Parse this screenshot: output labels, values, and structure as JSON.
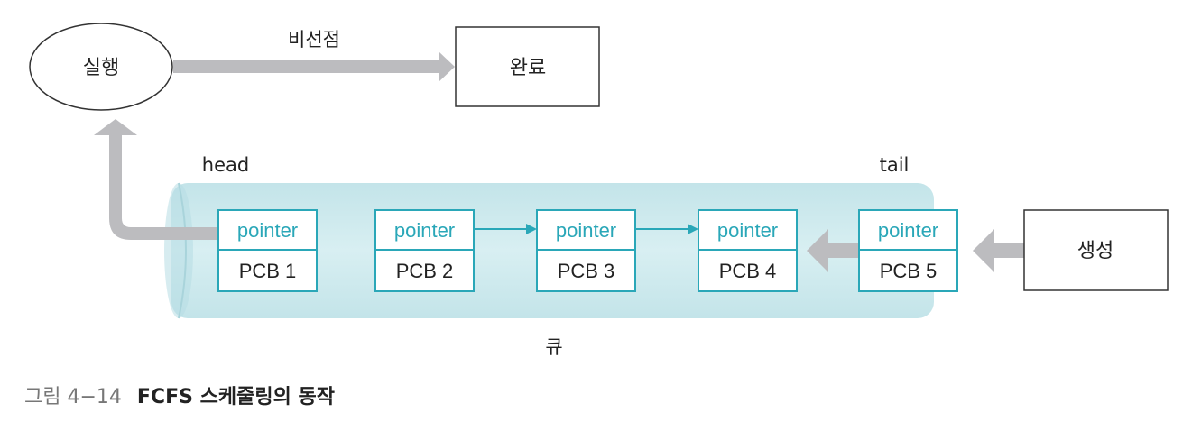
{
  "colors": {
    "queue_fill": "#cfeaee",
    "pcb_border": "#2aa7b8",
    "pointer_text": "#2aa7b8",
    "flow_arrow": "#bcbcbf",
    "link_arrow": "#2aa7b8"
  },
  "nodes": {
    "running": "실행",
    "done": "완료",
    "create": "생성"
  },
  "labels": {
    "non_preemptive": "비선점",
    "head": "head",
    "tail": "tail",
    "queue": "큐"
  },
  "pcbs": [
    {
      "pointer": "pointer",
      "name": "PCB 1"
    },
    {
      "pointer": "pointer",
      "name": "PCB 2"
    },
    {
      "pointer": "pointer",
      "name": "PCB 3"
    },
    {
      "pointer": "pointer",
      "name": "PCB 4"
    },
    {
      "pointer": "pointer",
      "name": "PCB 5"
    }
  ],
  "caption": {
    "number": "그림 4−14",
    "title": "FCFS 스케줄링의 동작"
  }
}
